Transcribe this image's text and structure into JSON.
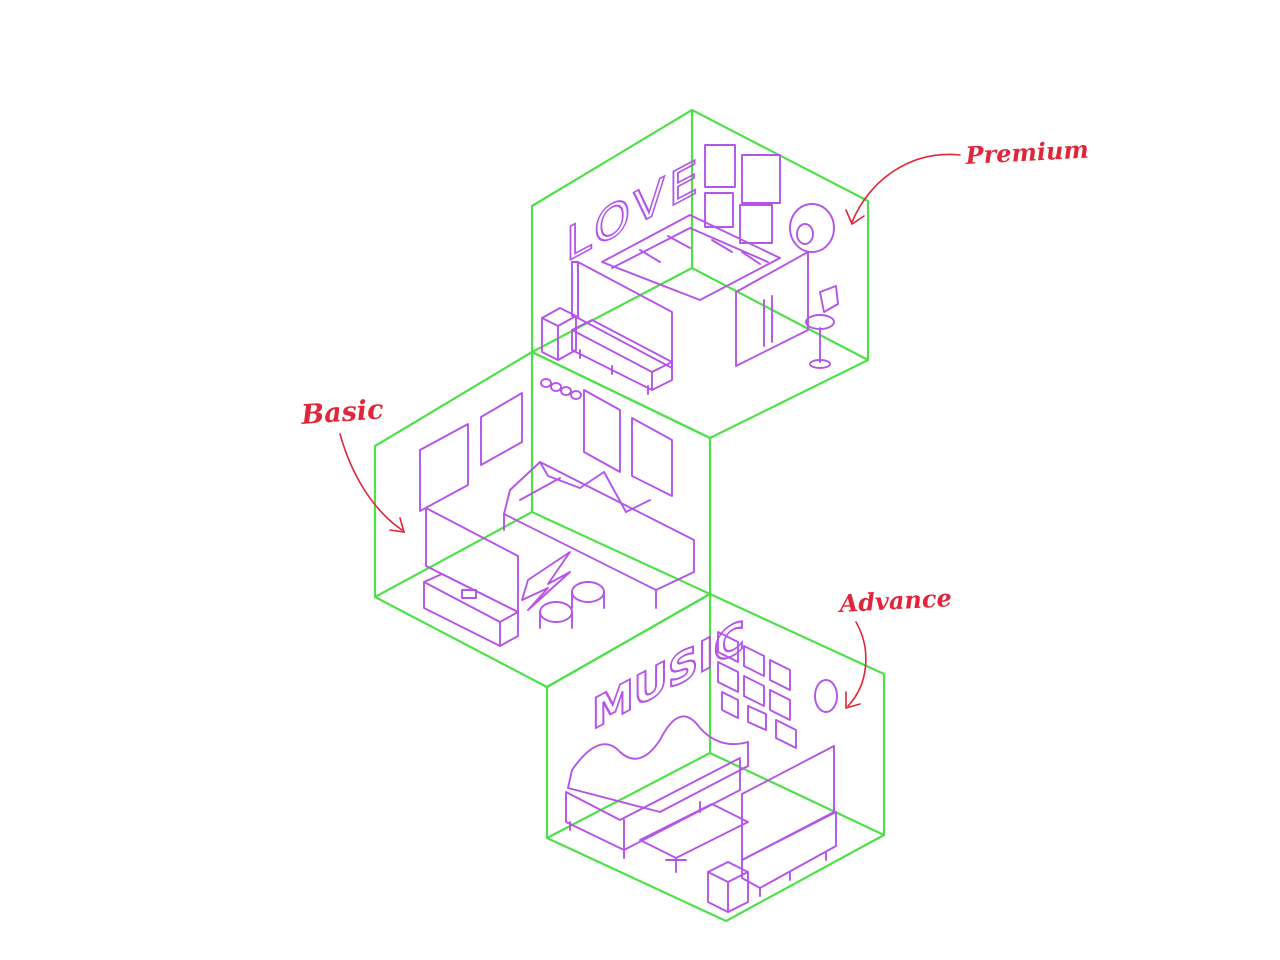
{
  "colors": {
    "background": "#ffffff",
    "box_outline": "#4fe04a",
    "furniture": "#b455e8",
    "label": "#e0263a"
  },
  "labels": {
    "premium": "Premium",
    "basic": "Basic",
    "advance": "Advance"
  },
  "wall_words": {
    "premium": "LOVE",
    "advance": "MUSIC"
  }
}
